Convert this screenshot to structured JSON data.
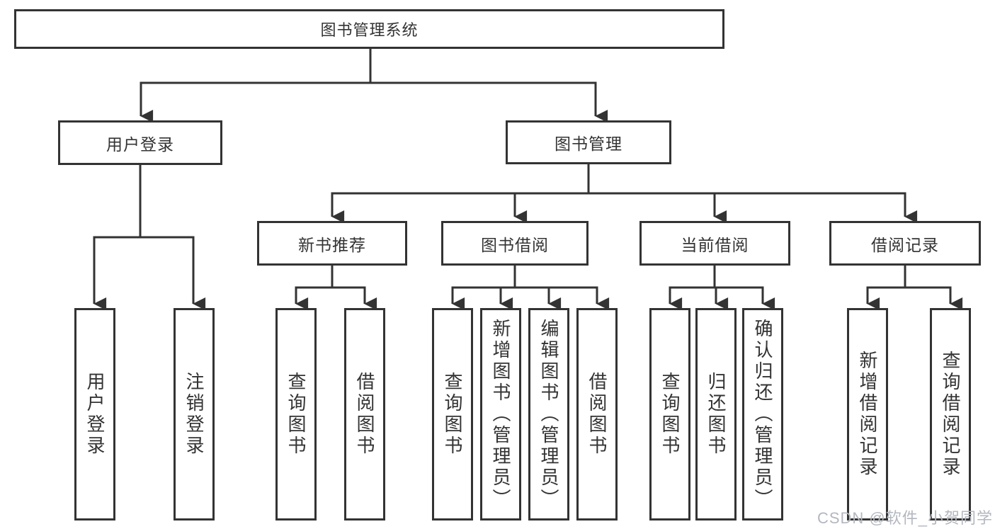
{
  "title": "图书管理系统",
  "tree": {
    "root": "图书管理系统",
    "branches": [
      {
        "label": "用户登录",
        "children": [
          "用户登录",
          "注销登录"
        ]
      },
      {
        "label": "图书管理",
        "children": [
          {
            "label": "新书推荐",
            "children": [
              "查询图书",
              "借阅图书"
            ]
          },
          {
            "label": "图书借阅",
            "children": [
              "查询图书",
              "新增图书（管理员）",
              "编辑图书（管理员）",
              "借阅图书"
            ]
          },
          {
            "label": "当前借阅",
            "children": [
              "查询图书",
              "归还图书",
              "确认归还（管理员）"
            ]
          },
          {
            "label": "借阅记录",
            "children": [
              "新增借阅记录",
              "查询借阅记录"
            ]
          }
        ]
      }
    ]
  },
  "watermark": {
    "text": "CSDN @软件_小贺同学"
  },
  "colors": {
    "line": "#333333",
    "box_border": "#333333",
    "box_fill": "#ffffff",
    "text": "#333333",
    "watermark": "#b3b7bf"
  }
}
